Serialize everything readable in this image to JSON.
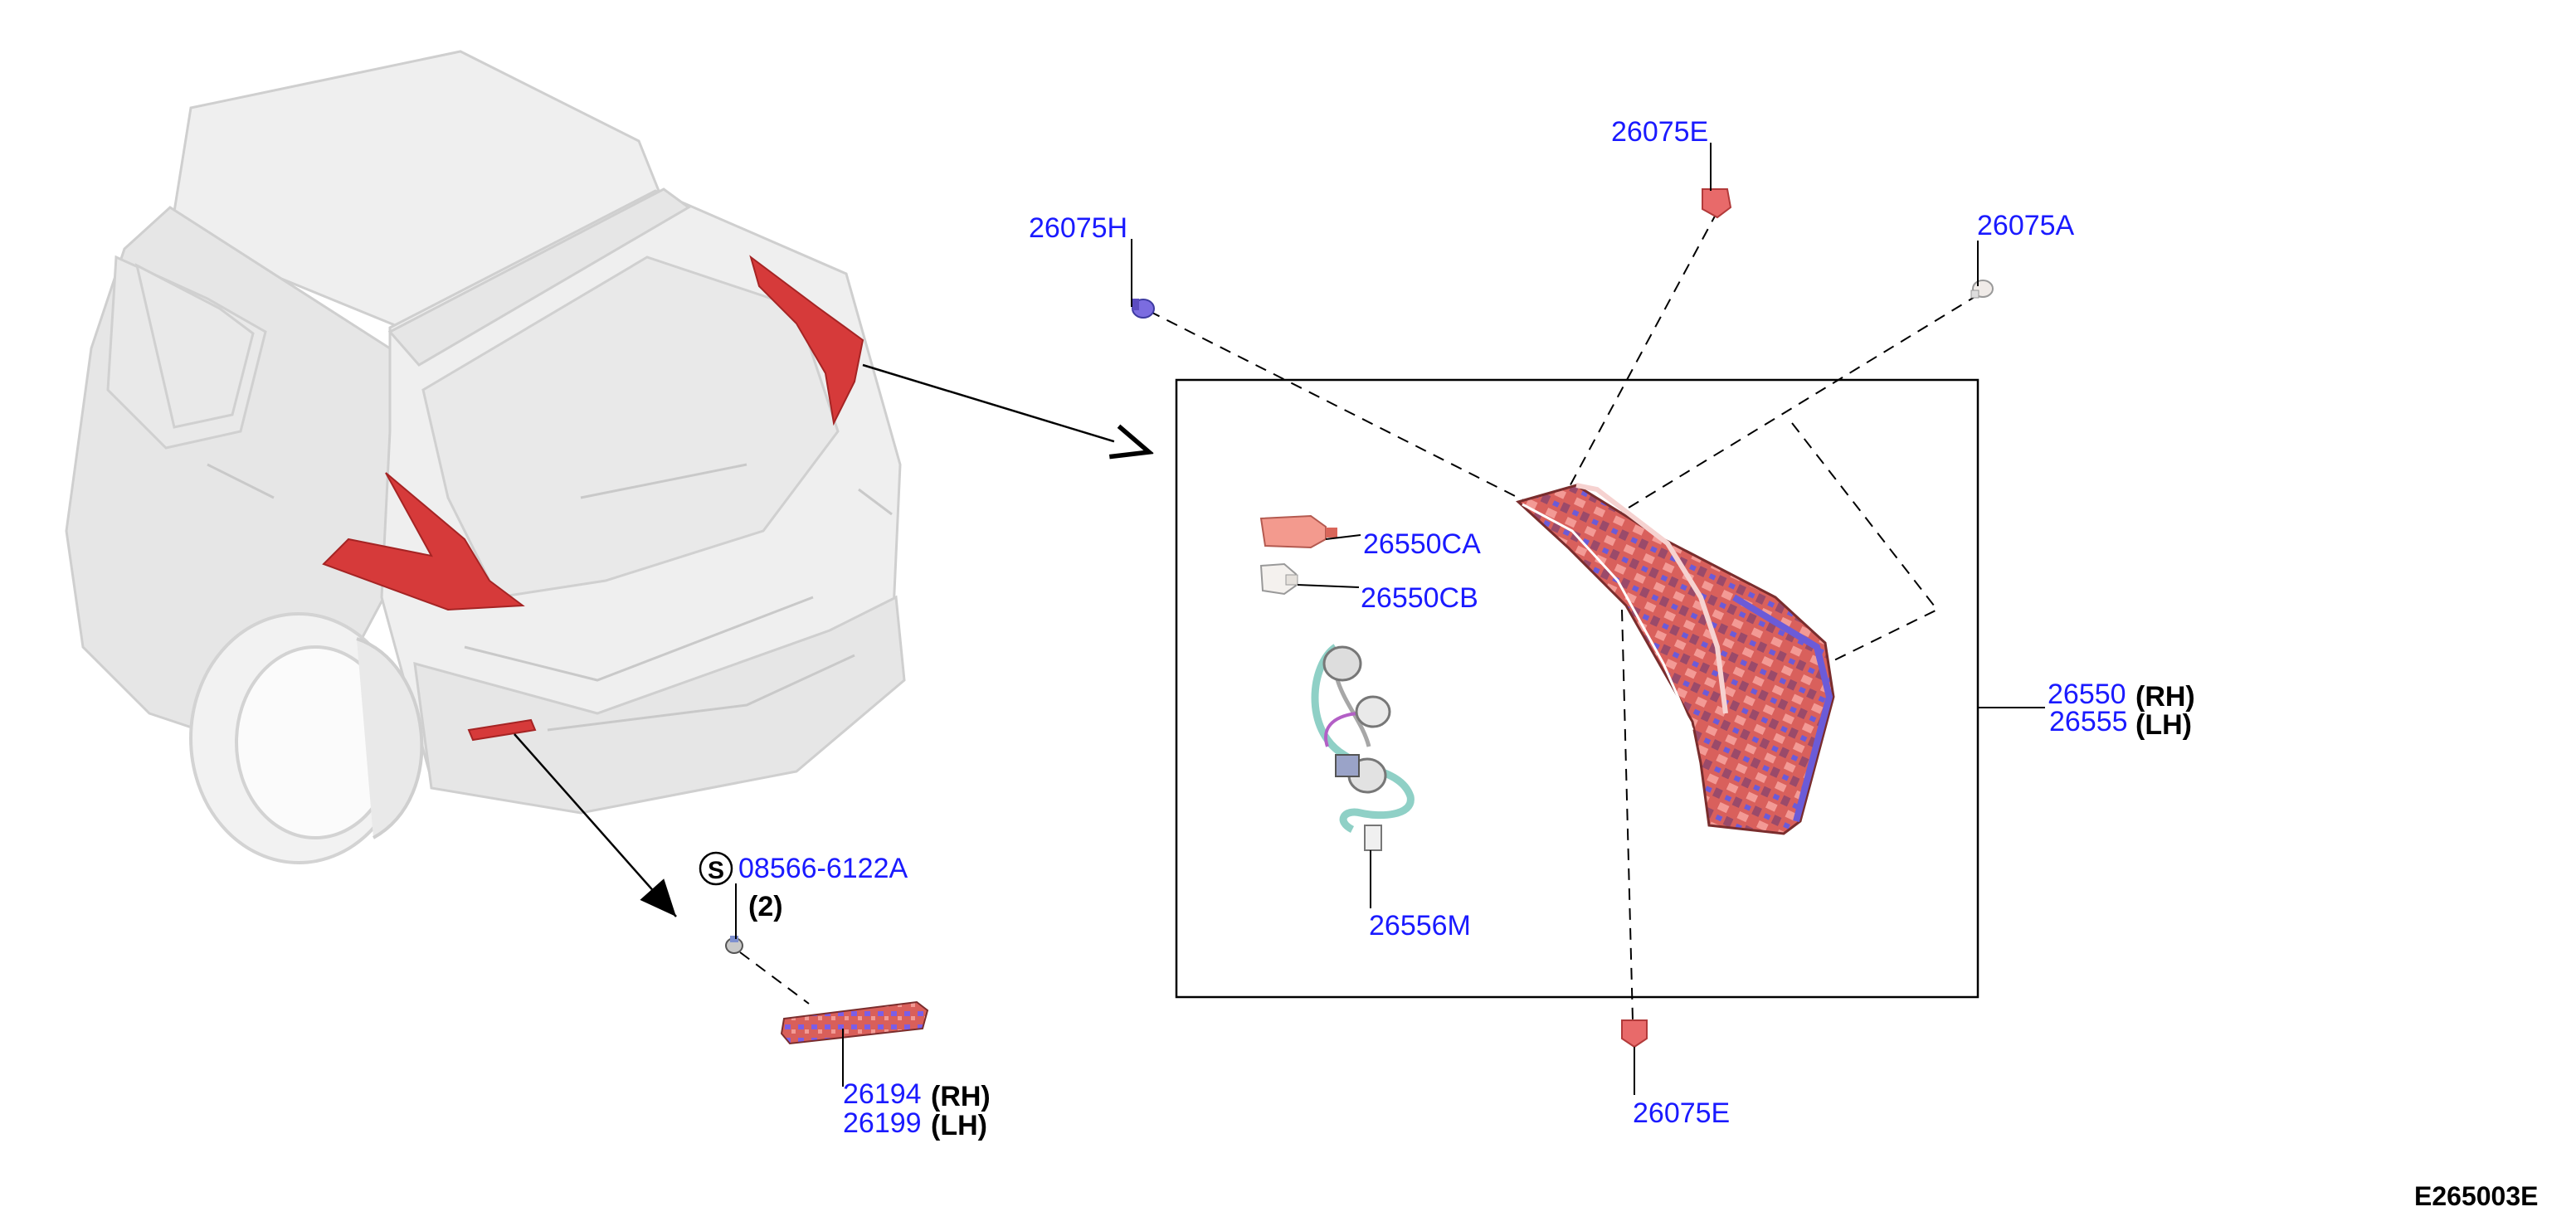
{
  "diagram_code": "E265003E",
  "colors": {
    "part_number": "#1a1aff",
    "lamp_red": "#d63a3a",
    "lamp_pink": "#f08a86",
    "lamp_purple": "#7a55e0",
    "line": "#000000",
    "car_body": "#efefef"
  },
  "parts": {
    "clip_e_top": {
      "number": "26075E"
    },
    "clip_h": {
      "number": "26075H"
    },
    "clip_a": {
      "number": "26075A"
    },
    "clip_e_bottom": {
      "number": "26075E"
    },
    "bulb_ca": {
      "number": "26550CA"
    },
    "bulb_cb": {
      "number": "26550CB"
    },
    "harness": {
      "number": "26556M"
    },
    "rear_combination_lamp": {
      "number_rh": "26550",
      "side_rh": "(RH)",
      "number_lh": "26555",
      "side_lh": "(LH)"
    },
    "screw": {
      "symbol": "S",
      "number": "08566-6122A",
      "quantity": "(2)"
    },
    "reflex_reflector": {
      "number_rh": "26194",
      "side_rh": "(RH)",
      "number_lh": "26199",
      "side_lh": "(LH)"
    }
  }
}
